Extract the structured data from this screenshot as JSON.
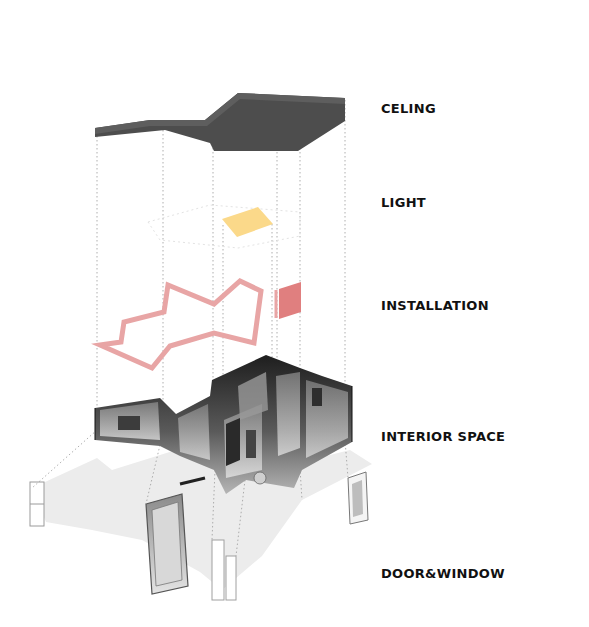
{
  "diagram": {
    "labels": [
      "CELING",
      "LIGHT",
      "INSTALLATION",
      "INTERIOR SPACE",
      "DOOR&WINDOW"
    ]
  }
}
